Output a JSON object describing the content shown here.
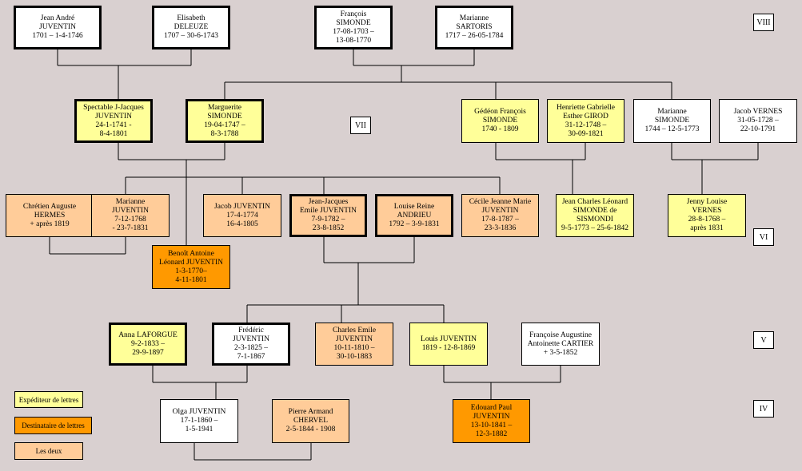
{
  "people": {
    "jean_andre": [
      "Jean André",
      "JUVENTIN",
      "1701 – 1-4-1746"
    ],
    "elisabeth": [
      "Elisabeth",
      "DELEUZE",
      "1707 – 30-6-1743"
    ],
    "francois_simonde": [
      "François",
      "SIMONDE",
      "17-08-1703 –",
      "13-08-1770"
    ],
    "marianne_sartoris": [
      "Marianne",
      "SARTORIS",
      "1717 – 26-05-1784"
    ],
    "spectable": [
      "Spectable J-Jacques",
      "JUVENTIN",
      "24-1-1741 -",
      "8-4-1801"
    ],
    "marguerite": [
      "Marguerite",
      "SIMONDE",
      "19-04-1747 –",
      "8-3-1788"
    ],
    "gedeon": [
      "Gédéon François",
      "SIMONDE",
      "1740 - 1809"
    ],
    "henriette": [
      "Henriette Gabrielle",
      "Esther GIROD",
      "31-12-1748 –",
      "30-09-1821"
    ],
    "marianne_simonde": [
      "Marianne",
      "SIMONDE",
      "1744 – 12-5-1773"
    ],
    "jacob_vernes": [
      "Jacob VERNES",
      "31-05-1728 –",
      "22-10-1791"
    ],
    "chretien": [
      "Chrétien Auguste",
      "HERMES",
      "+ après 1819"
    ],
    "marianne_juventin": [
      "Marianne",
      "JUVENTIN",
      "7-12-1768",
      "- 23-7-1831"
    ],
    "jacob_juventin": [
      "Jacob JUVENTIN",
      "17-4-1774",
      "16-4-1805"
    ],
    "jean_jacques_emile": [
      "Jean-Jacques",
      "Emile JUVENTIN",
      "7-9-1782 –",
      "23-8-1852"
    ],
    "louise": [
      "Louise Reine",
      "ANDRIEU",
      "1792 – 3-9-1831"
    ],
    "cecile": [
      "Cécile Jeanne Marie",
      "JUVENTIN",
      "17-8-1787 –",
      "23-3-1836"
    ],
    "sismondi": [
      "Jean Charles Léonard",
      "SIMONDE de",
      "SISMONDI",
      "9-5-1773 – 25-6-1842"
    ],
    "jenny": [
      "Jenny Louise",
      "VERNES",
      "28-8-1768 –",
      "après 1831"
    ],
    "benoit": [
      "Benoît Antoine",
      "Léonard JUVENTIN",
      "1-3-1770–",
      "4-11-1801"
    ],
    "anna": [
      "Anna LAFORGUE",
      "9-2-1833 –",
      "29-9-1897"
    ],
    "frederic": [
      "Frédéric",
      "JUVENTIN",
      "2-3-1825 –",
      "7-1-1867"
    ],
    "charles": [
      "Charles Emile",
      "JUVENTIN",
      "10-11-1810 –",
      "30-10-1883"
    ],
    "louis": [
      "Louis JUVENTIN",
      "1819 - 12-8-1869"
    ],
    "francoise": [
      "Françoise Augustine",
      "Antoinette CARTIER",
      "+ 3-5-1852"
    ],
    "olga": [
      "Olga JUVENTIN",
      "17-1-1860 –",
      "1-5-1941"
    ],
    "pierre": [
      "Pierre Armand",
      "CHERVEL",
      "2-5-1844 - 1908"
    ],
    "edouard": [
      "Edouard Paul",
      "JUVENTIN",
      "13-10-1841 –",
      "12-3-1882"
    ]
  },
  "generations": {
    "viii": "VIII",
    "vii": "VII",
    "vi": "VI",
    "v": "V",
    "iv": "IV"
  },
  "legend": {
    "sender": "Expéditeur de lettres",
    "recipient": "Destinataire de lettres",
    "both": "Les deux"
  },
  "colors": {
    "background": "#d9d0d0",
    "sender": "#ffff99",
    "recipient": "#ff9900",
    "both": "#ffcc99",
    "other": "#ffffff"
  }
}
